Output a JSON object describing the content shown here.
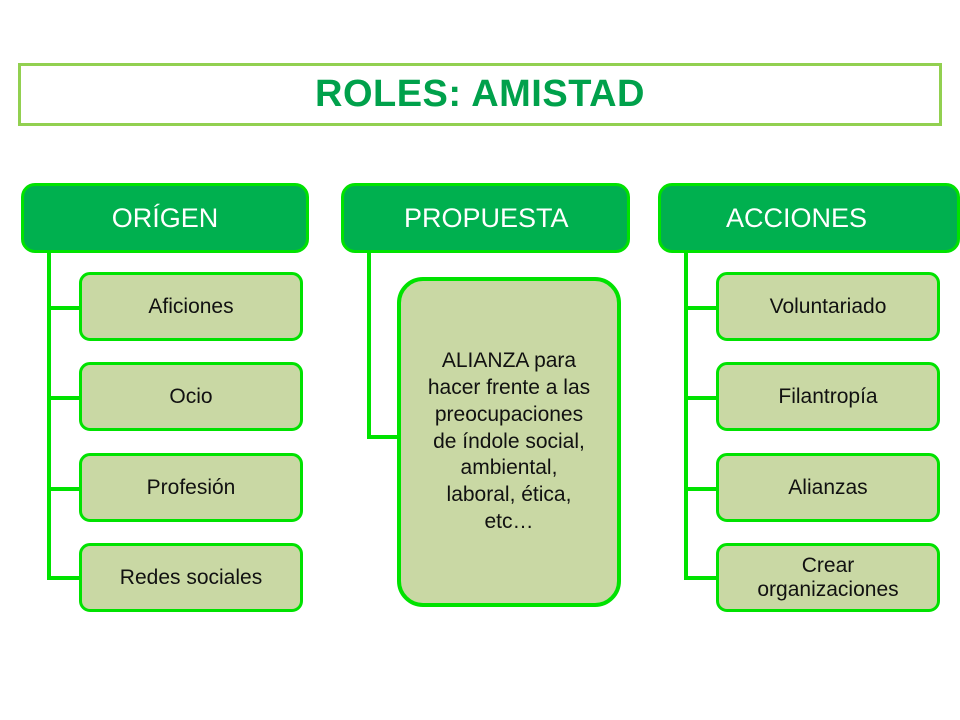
{
  "title": {
    "text": "ROLES: AMISTAD",
    "border_color": "#92d050",
    "text_color": "#00a14b"
  },
  "theme": {
    "header_fill": "#00b04f",
    "header_border": "#00e200",
    "header_text_color": "#ffffff",
    "child_fill": "#c9d8a4",
    "child_border": "#00e200",
    "child_text_color": "#111111",
    "connector_color": "#00e200",
    "background": "#ffffff"
  },
  "columns": [
    {
      "header": "ORÍGEN",
      "items": [
        {
          "label": "Aficiones"
        },
        {
          "label": "Ocio"
        },
        {
          "label": "Profesión"
        },
        {
          "label": "Redes sociales"
        }
      ]
    },
    {
      "header": "PROPUESTA",
      "big_item": {
        "label": "ALIANZA para\nhacer frente a las\npreocupaciones\nde índole social,\nambiental,\nlaboral, ética,\netc…"
      },
      "items": []
    },
    {
      "header": "ACCIONES",
      "items": [
        {
          "label": "Voluntariado"
        },
        {
          "label": "Filantropía"
        },
        {
          "label": "Alianzas"
        },
        {
          "label": "Crear\norganizaciones"
        }
      ]
    }
  ]
}
